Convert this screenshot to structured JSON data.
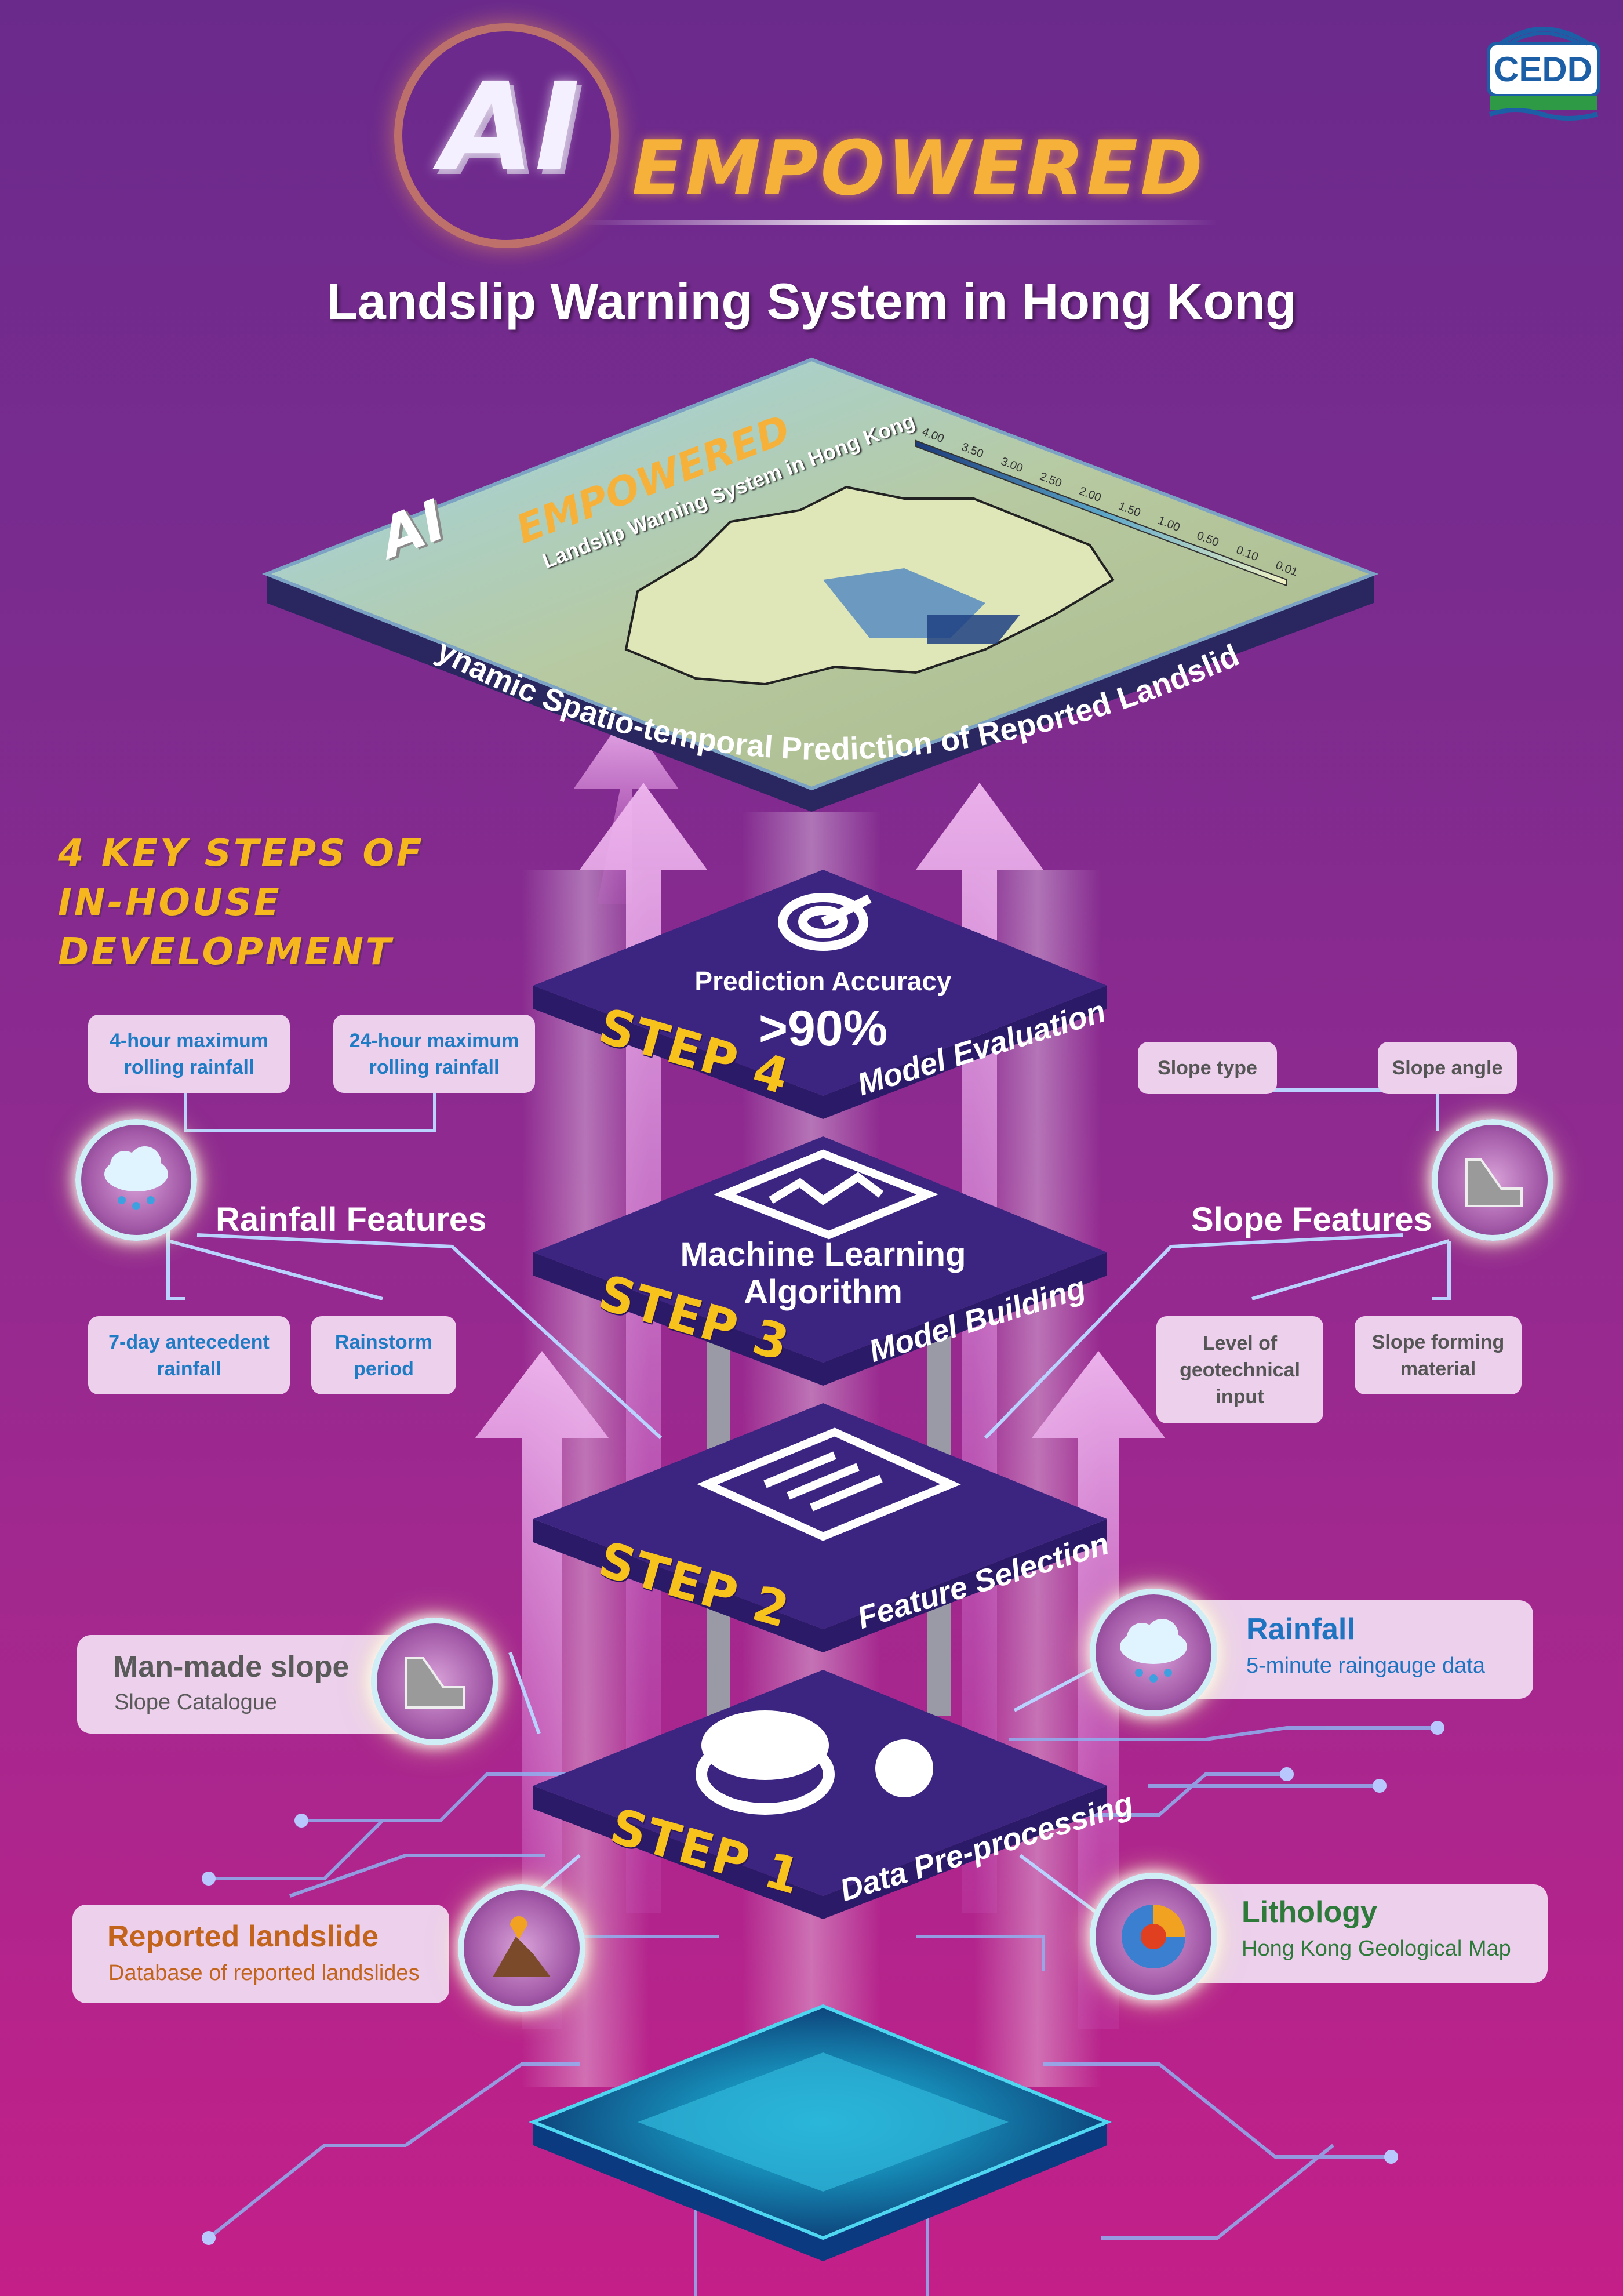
{
  "header": {
    "ai_mark": "AI",
    "empowered": "EMPOWERED",
    "subtitle": "Landslip Warning System in Hong Kong",
    "logo": "CEDD"
  },
  "map_panel": {
    "inner_ai": "AI",
    "inner_empowered": "EMPOWERED",
    "inner_subtitle": "Landslip Warning System in Hong Kong",
    "legend_values": [
      "4.00",
      "3.50",
      "3.00",
      "2.50",
      "2.00",
      "1.50",
      "1.00",
      "0.50",
      "0.10",
      "0.01"
    ],
    "caption": "Dynamic Spatio-temporal Prediction of Reported Landslides"
  },
  "key_steps": {
    "line1": "4 KEY STEPS OF",
    "line2": "IN-HOUSE DEVELOPMENT"
  },
  "steps": [
    {
      "label": "STEP 1",
      "name": "Data Pre-processing"
    },
    {
      "label": "STEP 2",
      "name": "Feature Selection"
    },
    {
      "label": "STEP 3",
      "name": "Model Building",
      "plate_line1": "Machine Learning",
      "plate_line2": "Algorithm"
    },
    {
      "label": "STEP 4",
      "name": "Model Evaluation",
      "plate_line1": "Prediction Accuracy",
      "plate_line2": ">90%"
    }
  ],
  "rainfall_features": {
    "title": "Rainfall Features",
    "items": [
      "4-hour maximum rolling rainfall",
      "24-hour maximum rolling rainfall",
      "7-day antecedent rainfall",
      "Rainstorm period"
    ]
  },
  "slope_features": {
    "title": "Slope Features",
    "items": [
      "Slope type",
      "Slope angle",
      "Level of geotechnical input",
      "Slope forming material"
    ]
  },
  "data_sources": [
    {
      "title": "Man-made slope",
      "subtitle": "Slope Catalogue",
      "icon": "slope-icon",
      "color": "#5a5a5a"
    },
    {
      "title": "Reported landslide",
      "subtitle": "Database of reported landslides",
      "icon": "landslide-icon",
      "color": "#c2641c"
    },
    {
      "title": "Rainfall",
      "subtitle": "5-minute raingauge data",
      "icon": "rain-cloud-icon",
      "color": "#1e74c0"
    },
    {
      "title": "Lithology",
      "subtitle": "Hong Kong Geological Map",
      "icon": "globe-layers-icon",
      "color": "#2e7a3a"
    }
  ],
  "colors": {
    "accent_yellow": "#f7c21c",
    "plate_purple": "#3c2580",
    "box_pink": "#ecd0ec",
    "link_blue": "#1e7bc4"
  }
}
